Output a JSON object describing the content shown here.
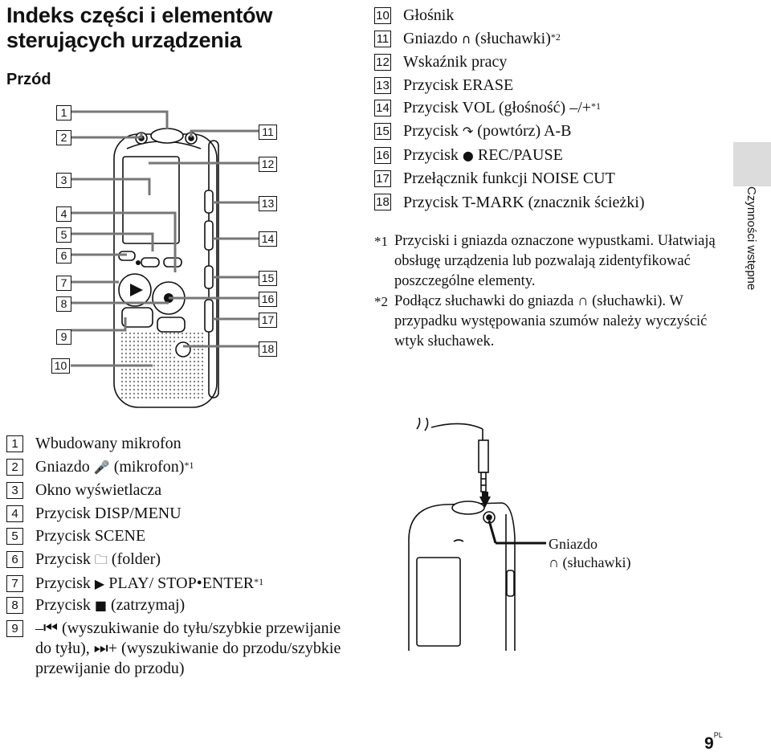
{
  "title": "Indeks części i elementów sterujących urządzenia",
  "section": "Przód",
  "callouts_left": [
    "1",
    "2",
    "3",
    "4",
    "5",
    "6",
    "7",
    "8",
    "9",
    "10"
  ],
  "callouts_right": [
    "11",
    "12",
    "13",
    "14",
    "15",
    "16",
    "17",
    "18"
  ],
  "parts_top": [
    {
      "num": "10",
      "text": "Głośnik"
    },
    {
      "num": "11",
      "text_pre": "Gniazdo",
      "icon": "headphones-icon",
      "glyph": "∩",
      "text_post": "(słuchawki)",
      "sup": "*2"
    },
    {
      "num": "12",
      "text": "Wskaźnik pracy"
    },
    {
      "num": "13",
      "text": "Przycisk ERASE"
    },
    {
      "num": "14",
      "text": "Przycisk VOL (głośność) –/+",
      "sup": "*1"
    },
    {
      "num": "15",
      "text_pre": "Przycisk",
      "icon": "repeat-icon",
      "glyph": "↷",
      "text_post": "(powtórz) A-B"
    },
    {
      "num": "16",
      "text_pre": "Przycisk",
      "icon": "record-icon",
      "glyph": "●",
      "text_post": "REC/PAUSE"
    },
    {
      "num": "17",
      "text": "Przełącznik funkcji NOISE CUT"
    },
    {
      "num": "18",
      "text": "Przycisk T-MARK (znacznik ścieżki)"
    }
  ],
  "notes": [
    {
      "mark": "*1",
      "text": "Przyciski i gniazda oznaczone wypustkami. Ułatwiają obsługę urządzenia lub pozwalają zidentyfikować poszczególne elementy."
    },
    {
      "mark": "*2",
      "text": "Podłącz słuchawki do gniazda ∩ (słuchawki). W przypadku występowania szumów należy wyczyścić wtyk słuchawek."
    }
  ],
  "parts_bottom": [
    {
      "num": "1",
      "text": "Wbudowany mikrofon"
    },
    {
      "num": "2",
      "text_pre": "Gniazdo",
      "icon": "microphone-icon",
      "glyph": "🎤",
      "text_post": "(mikrofon)",
      "sup": "*1"
    },
    {
      "num": "3",
      "text": "Okno wyświetlacza"
    },
    {
      "num": "4",
      "text": "Przycisk DISP/MENU"
    },
    {
      "num": "5",
      "text": "Przycisk SCENE"
    },
    {
      "num": "6",
      "text_pre": "Przycisk",
      "icon": "folder-icon",
      "glyph": "🗀",
      "text_post": "(folder)"
    },
    {
      "num": "7",
      "text_pre": "Przycisk",
      "icon": "play-icon",
      "glyph": "▶",
      "text_post": "PLAY/ STOP•ENTER",
      "sup": "*1"
    },
    {
      "num": "8",
      "text_pre": "Przycisk",
      "icon": "stop-icon",
      "glyph": "■",
      "text_post": "(zatrzymaj)"
    },
    {
      "num": "9",
      "text": "–⏮ (wyszukiwanie do tyłu/szybkie przewijanie do tyłu), ⏭+ (wyszukiwanie do przodu/szybkie przewijanie do przodu)"
    }
  ],
  "jack_label": {
    "line1": "Gniazdo",
    "line2": "∩ (słuchawki)"
  },
  "side_tab": "Czynności wstępne",
  "page": {
    "number": "9",
    "suffix": "PL"
  }
}
